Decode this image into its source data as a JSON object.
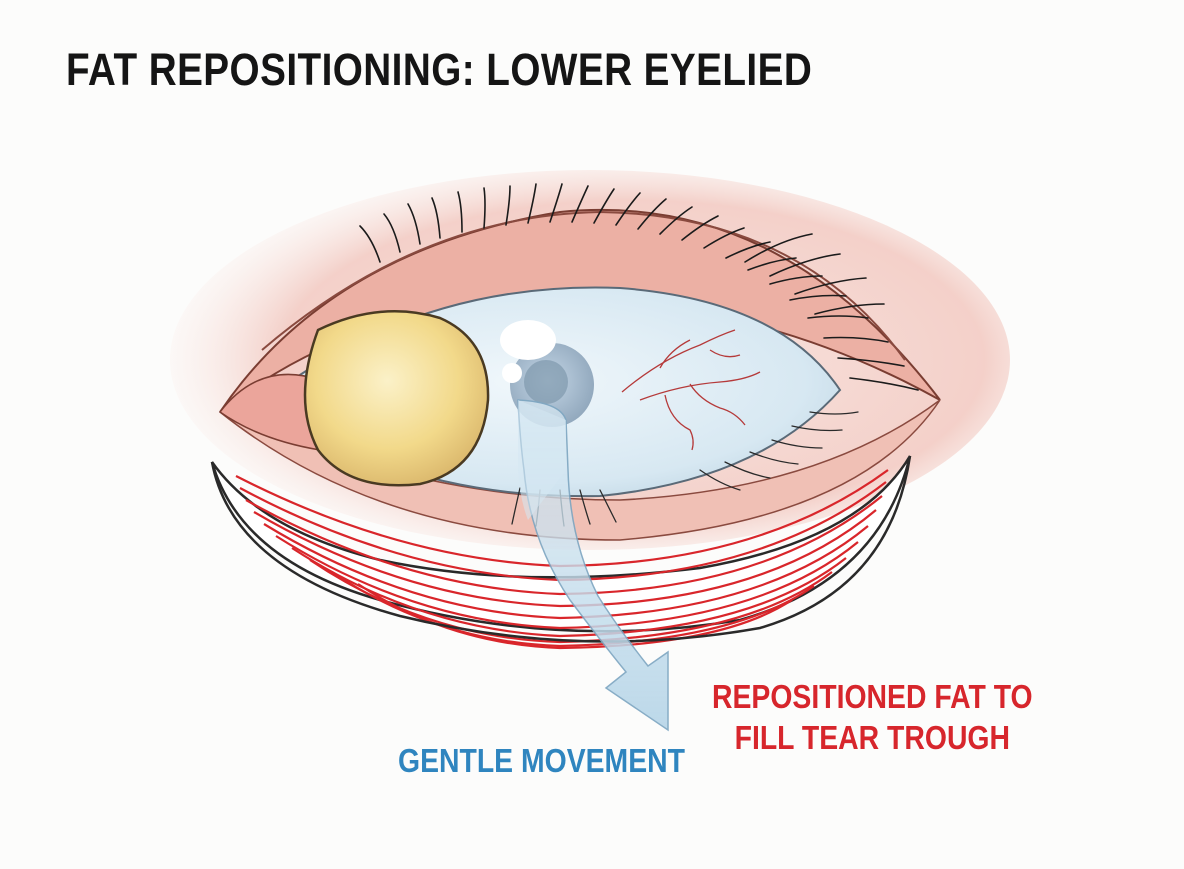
{
  "title": "FAT REPOSITIONING: LOWER EYELIED",
  "labels": {
    "fat_line1": "REPOSITIONED FAT TO",
    "fat_line2": "FILL TEAR TROUGH",
    "movement": "GENTLE MOVEMENT"
  },
  "colors": {
    "title": "#151515",
    "red_label": "#d7262c",
    "blue_label": "#2f85bf",
    "muscle_lines": "#d9262b",
    "skin": "#e9a79b",
    "sclera": "#dfeef6",
    "fat_pad": "#f2d98a",
    "arrow": "#bcd8ea"
  }
}
